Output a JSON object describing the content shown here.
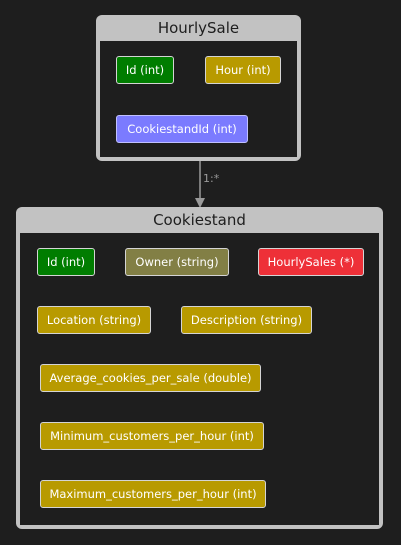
{
  "hourly_sale": {
    "title": "HourlySale",
    "fields": {
      "id": "Id (int)",
      "hour": "Hour (int)",
      "cookiestand_id": "CookiestandId (int)"
    }
  },
  "relationship": {
    "label": "1:*"
  },
  "cookiestand": {
    "title": "Cookiestand",
    "fields": {
      "id": "Id (int)",
      "owner": "Owner (string)",
      "hourly_sales": "HourlySales (*)",
      "location": "Location (string)",
      "description": "Description (string)",
      "average_cookies": "Average_cookies_per_sale (double)",
      "minimum_customers": "Minimum_customers_per_hour (int)",
      "maximum_customers": "Maximum_customers_per_hour (int)"
    }
  },
  "colors": {
    "background": "#1e1e1e",
    "entity_border": "#c2c2c2",
    "primary_key": "#007d00",
    "property": "#b89a00",
    "foreign_key": "#7b7bff",
    "navigation": "#827f45",
    "collection": "#ee3038",
    "connector": "#9a9a9a"
  }
}
